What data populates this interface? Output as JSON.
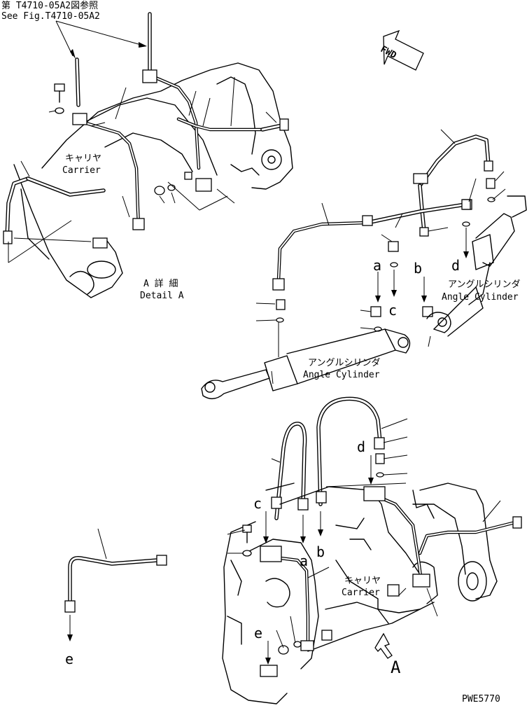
{
  "labels": {
    "ref_jp": "第 T4710-05A2図参照",
    "ref_en": "See Fig.T4710-05A2",
    "fwd": "FWD",
    "carrier_jp_1": "キャリヤ",
    "carrier_en_1": "Carrier",
    "detail_jp": "A 詳 細",
    "detail_en": "Detail A",
    "angle_jp_1": "アングルシリンダ",
    "angle_en_1": "Angle Cylinder",
    "angle_jp_2": "アングルシリンダ",
    "angle_en_2": "Angle Cylinder",
    "carrier_jp_2": "キャリヤ",
    "carrier_en_2": "Carrier",
    "view_a": "A",
    "drawing_no": "PWE5770"
  },
  "callouts": {
    "a1": "a",
    "b1": "b",
    "c1": "c",
    "d1": "d",
    "c2": "c",
    "a2": "a",
    "b2": "b",
    "d2": "d",
    "e1": "e",
    "e2": "e"
  }
}
